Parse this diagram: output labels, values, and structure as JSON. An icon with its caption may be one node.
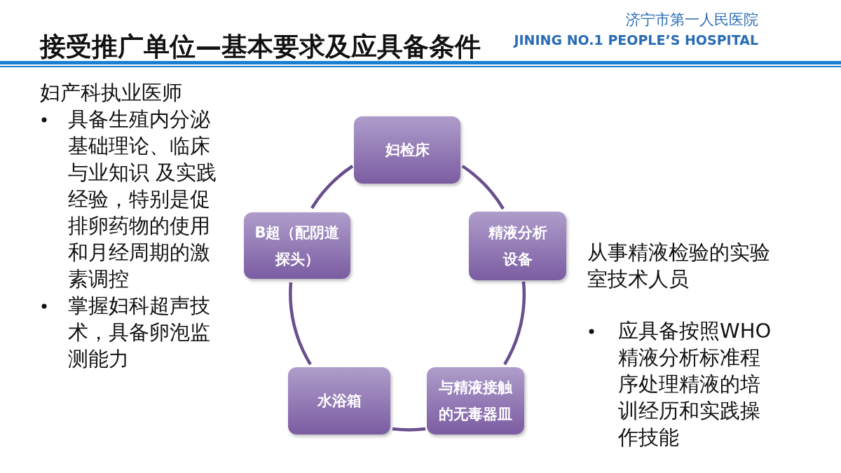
{
  "diagram": {
    "title": "接受推广单位—基本要求及应具备条件",
    "nodes": [
      {
        "text": [
          "妇检床"
        ]
      },
      {
        "text": [
          "精液分析设备"
        ]
      },
      {
        "text": [
          "与精液接触的无毒器皿"
        ]
      },
      {
        "text": [
          "水浴箱"
        ]
      },
      {
        "text": [
          "B超（配阴道探头）"
        ]
      }
    ],
    "edges": [
      {
        "from": 0,
        "to": 1,
        "arrow": "none"
      },
      {
        "from": 1,
        "to": 2,
        "arrow": "none"
      },
      {
        "from": 2,
        "to": 3,
        "arrow": "none"
      },
      {
        "from": 3,
        "to": 4,
        "arrow": "none"
      },
      {
        "from": 4,
        "to": 0,
        "arrow": "none"
      }
    ],
    "labels": [
      "济宁市第一人民医院",
      "JINING NO.1 PEOPLE’S HOSPITAL",
      "妇产科执业医师",
      "具备生殖内分泌基础理论、临床与业知识 及实践经验，特别是促排卵药物的使用和月经周期的激素调控",
      "掌握妇科超声技术，具备卵泡监测能力",
      "从事精液检验的实验室技术人员",
      "应具备按照WHO精液分析标准程序处理精液的培训经历和实践操作技能"
    ]
  }
}
